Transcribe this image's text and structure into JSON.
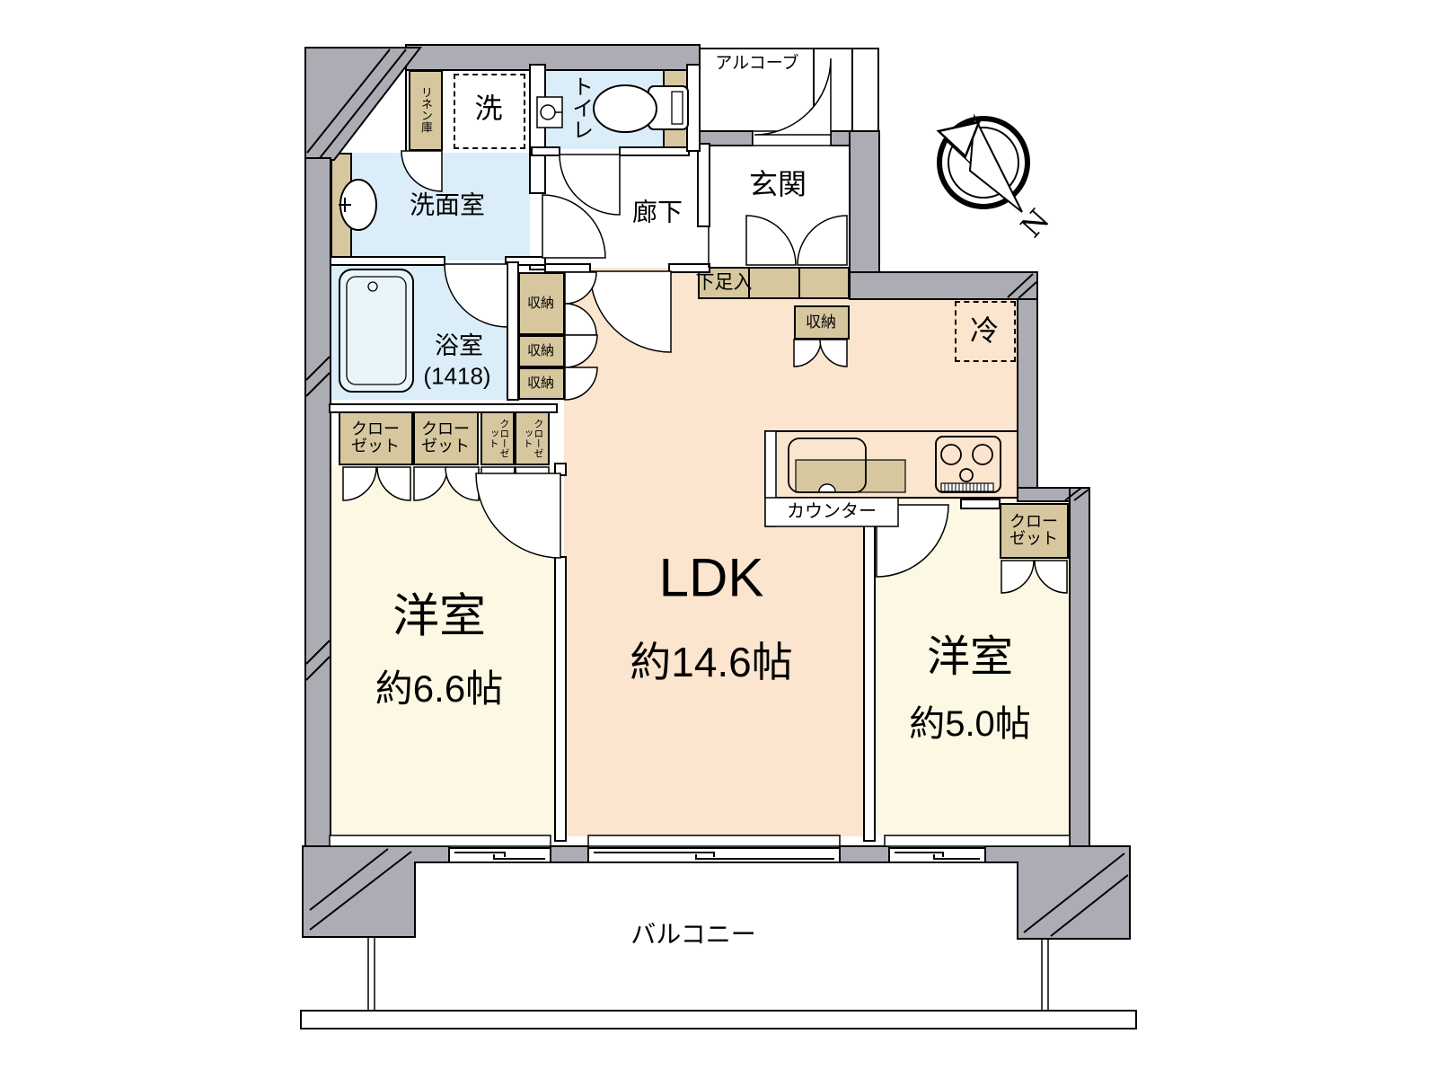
{
  "plan": {
    "type": "apartment-floor-plan",
    "colors": {
      "wall_gray": "#ACACB4",
      "water_room_blue": "#DAEDF8",
      "ldk_peach": "#FBE5CF",
      "bedroom_cream": "#FCF8E4",
      "storage_tan": "#D6C79F",
      "line_black": "#000000"
    },
    "rooms": {
      "ldk": {
        "label": "LDK",
        "size": "約14.6帖"
      },
      "bedroom_left": {
        "label": "洋室",
        "size": "約6.6帖"
      },
      "bedroom_right": {
        "label": "洋室",
        "size": "約5.0帖"
      },
      "washroom": {
        "label": "洗面室"
      },
      "bathroom": {
        "label": "浴室",
        "size": "(1418)"
      },
      "toilet": {
        "label": "トイレ"
      },
      "hallway": {
        "label": "廊下"
      },
      "entrance": {
        "label": "玄関"
      },
      "alcove": {
        "label": "アルコーブ"
      },
      "balcony": {
        "label": "バルコニー"
      }
    },
    "storage": {
      "closet": "クローゼット",
      "storage": "収納",
      "shoe_cabinet": "下足入",
      "linen_cabinet": "リネン庫"
    },
    "equipment": {
      "washer_space": "洗",
      "fridge_space": "冷",
      "kitchen_counter": "カウンター"
    },
    "compass": {
      "north": "N"
    }
  }
}
